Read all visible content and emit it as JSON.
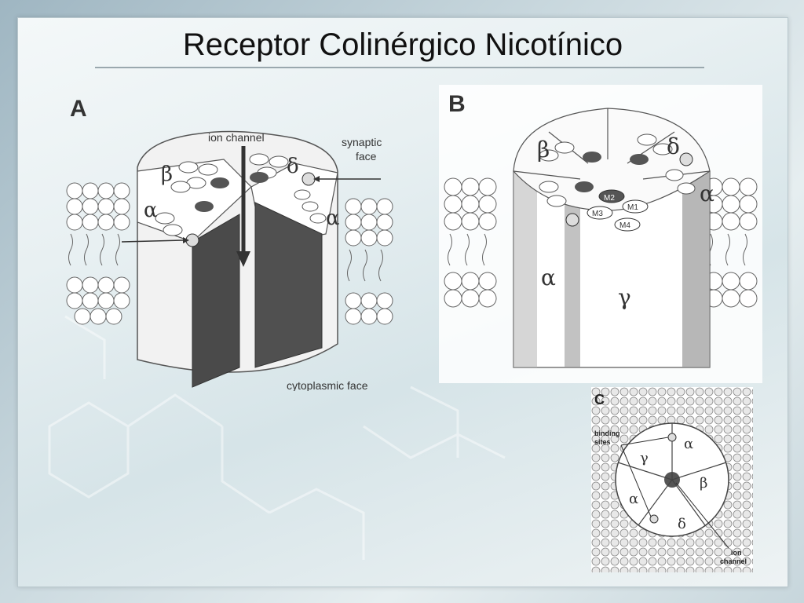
{
  "slide": {
    "title": "Receptor Colinérgico Nicotínico"
  },
  "panel_a": {
    "letter": "A",
    "label_ion_channel": "ion channel",
    "label_synaptic_1": "synaptic",
    "label_synaptic_2": "face",
    "label_cytoplasmic": "cytoplasmic face",
    "subunit_beta": "β",
    "subunit_delta": "δ",
    "subunit_alpha_left": "α",
    "subunit_alpha_right": "α"
  },
  "panel_b": {
    "letter": "B",
    "subunit_beta": "β",
    "subunit_delta": "δ",
    "subunit_alpha_right": "α",
    "subunit_alpha_front": "α",
    "subunit_gamma": "γ",
    "m2": "M2",
    "m1": "M1",
    "m3": "M3",
    "m4": "M4"
  },
  "panel_c": {
    "letter": "C",
    "label_binding_1": "binding",
    "label_binding_2": "sites",
    "label_ion_1": "ion",
    "label_ion_2": "channel",
    "subunit_alpha_top": "α",
    "subunit_gamma": "γ",
    "subunit_beta": "β",
    "subunit_alpha_bottom": "α",
    "subunit_delta": "δ"
  },
  "colors": {
    "ink": "#333333",
    "shade": "#555555",
    "dark_fill": "#4a4a4a",
    "paper": "#ffffff"
  }
}
